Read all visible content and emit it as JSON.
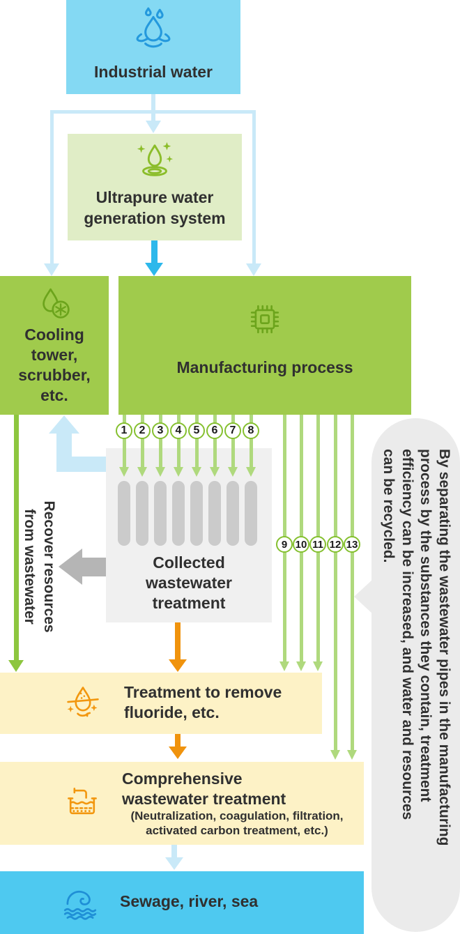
{
  "boxes": {
    "industrial": {
      "label": "Industrial water"
    },
    "ultrapure": {
      "lines": [
        "Ultrapure water",
        "generation system"
      ]
    },
    "cooling": {
      "lines": [
        "Cooling",
        "tower,",
        "scrubber,",
        "etc."
      ]
    },
    "manufacturing": {
      "label": "Manufacturing process"
    },
    "collected": {
      "lines": [
        "Collected",
        "wastewater",
        "treatment"
      ]
    },
    "fluoride": {
      "lines": [
        "Treatment to remove",
        "fluoride, etc."
      ]
    },
    "comprehensive": {
      "lines": [
        "Comprehensive",
        "wastewater treatment"
      ],
      "sub_lines": [
        "(Neutralization, coagulation, filtration,",
        "activated carbon treatment, etc.)"
      ]
    },
    "sewage": {
      "label": "Sewage, river, sea"
    }
  },
  "annotations": {
    "recover": {
      "lines": [
        "Recover resources",
        "from wastewater"
      ]
    },
    "bubble": {
      "lines": [
        "By separating the wastewater pipes in the manufacturing",
        "process by the substances they contain, treatment",
        "efficiency can be increased, and water and resources",
        "can be recycled."
      ],
      "text": "By separating the wastewater pipes in the manufacturing process by the substances they contain, treatment efficiency can be increased, and water and resources can be recycled."
    }
  },
  "pipes": {
    "manufacturing_to_collected": [
      "1",
      "2",
      "3",
      "4",
      "5",
      "6",
      "7",
      "8"
    ],
    "manufacturing_to_treatment": [
      "9",
      "10",
      "11",
      "12",
      "13"
    ]
  },
  "icons": {
    "industrial": "water-splash-icon",
    "ultrapure": "pure-water-sparkle-icon",
    "cooling": "cooling-drop-snowflake-icon",
    "manufacturing": "chip-icon",
    "fluoride": "fluoride-removal-drop-icon",
    "comprehensive": "treatment-tank-icon",
    "sewage": "wave-icon"
  },
  "colors": {
    "industrial_box": "#84D9F3",
    "sewage_box": "#4EC9F0",
    "ultrapure_box": "#E0EDC6",
    "green_box": "#A0CB4C",
    "yellow_box": "#FDF2C6",
    "gray_box": "#F0F0F0",
    "gray_bar": "#CBCBCB",
    "bubble_gray": "#EBEBEB",
    "pale_blue_arrow": "#C9E9F8",
    "strong_blue_arrow": "#2DB8EB",
    "pale_green_arrow": "#AFD97D",
    "green_arrow": "#8DC63F",
    "circle_border": "#85C02F",
    "orange_arrow": "#F0930D",
    "gray_arrow": "#B5B5B5",
    "icon_blue": "#2499DD",
    "icon_green": "#6CA41C",
    "icon_light_green": "#8BBD2A",
    "icon_orange": "#F2970F",
    "icon_wave_blue": "#1F8FD6",
    "text": "#303030"
  }
}
